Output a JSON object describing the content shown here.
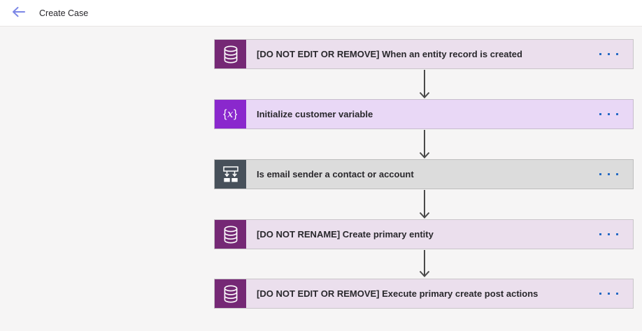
{
  "header": {
    "title": "Create Case",
    "back_icon": "arrow-left"
  },
  "flow": {
    "steps": [
      {
        "label": "[DO NOT EDIT OR REMOVE] When an entity record is created",
        "icon": "database-icon",
        "type": "dataverse-trigger",
        "icon_bg": "#752875",
        "card_bg": "#ebdfed",
        "menu": "ellipsis"
      },
      {
        "label": "Initialize customer variable",
        "icon": "variable-icon",
        "type": "initialize-variable",
        "icon_bg": "#8a28cd",
        "card_bg": "#e9d8f6",
        "menu": "ellipsis"
      },
      {
        "label": "Is email sender a contact or account",
        "icon": "condition-icon",
        "type": "condition",
        "icon_bg": "#47505a",
        "card_bg": "#dcdcdc",
        "menu": "ellipsis"
      },
      {
        "label": "[DO NOT RENAME] Create primary entity",
        "icon": "database-icon",
        "type": "dataverse-action",
        "icon_bg": "#752875",
        "card_bg": "#ebdfed",
        "menu": "ellipsis"
      },
      {
        "label": "[DO NOT EDIT OR REMOVE] Execute primary create post actions",
        "icon": "database-icon",
        "type": "dataverse-action",
        "icon_bg": "#752875",
        "card_bg": "#ebdfed",
        "menu": "ellipsis"
      }
    ]
  },
  "colors": {
    "header_bg": "#ffffff",
    "canvas_bg": "#f6f5f5",
    "back_arrow": "#7b86e6",
    "menu_dots": "#2268c3",
    "connector_arrow": "#4a4a4a",
    "card_border": "#c9c5c9",
    "title_text": "#27262a",
    "card_text": "#29282c"
  }
}
